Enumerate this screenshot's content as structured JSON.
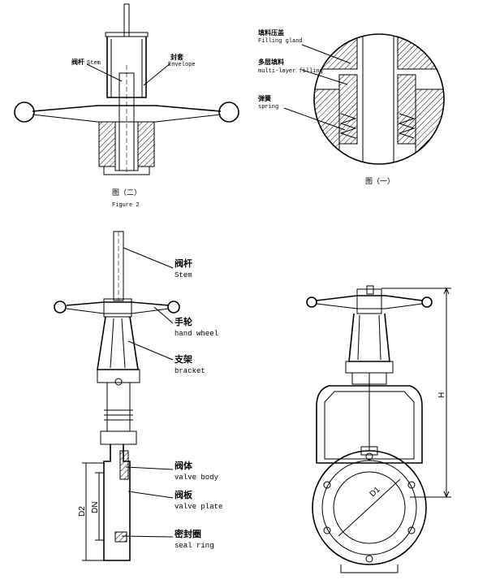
{
  "figure2": {
    "stem_cn": "阀杆",
    "stem_en": "Stem",
    "envelope_cn": "封套",
    "envelope_en": "Envelope",
    "caption_cn": "图（二）",
    "caption_en": "Figure 2"
  },
  "figure1": {
    "gland_cn": "填料压盖",
    "gland_en": "Filling gland",
    "packing_cn": "多层填料",
    "packing_en": "multi-layer filling",
    "spring_cn": "弹簧",
    "spring_en": "spring",
    "caption_cn": "图（一）"
  },
  "assembly": {
    "stem_cn": "阀杆",
    "stem_en": "Stem",
    "handwheel_cn": "手轮",
    "handwheel_en": "hand wheel",
    "bracket_cn": "支架",
    "bracket_en": "bracket",
    "body_cn": "阀体",
    "body_en": "valve body",
    "plate_cn": "阀板",
    "plate_en": "valve plate",
    "seal_cn": "密封圈",
    "seal_en": "seal ring",
    "dim_d2": "D2",
    "dim_dn": "DN"
  },
  "front_view": {
    "dim_h": "H",
    "dim_d1": "D1"
  }
}
